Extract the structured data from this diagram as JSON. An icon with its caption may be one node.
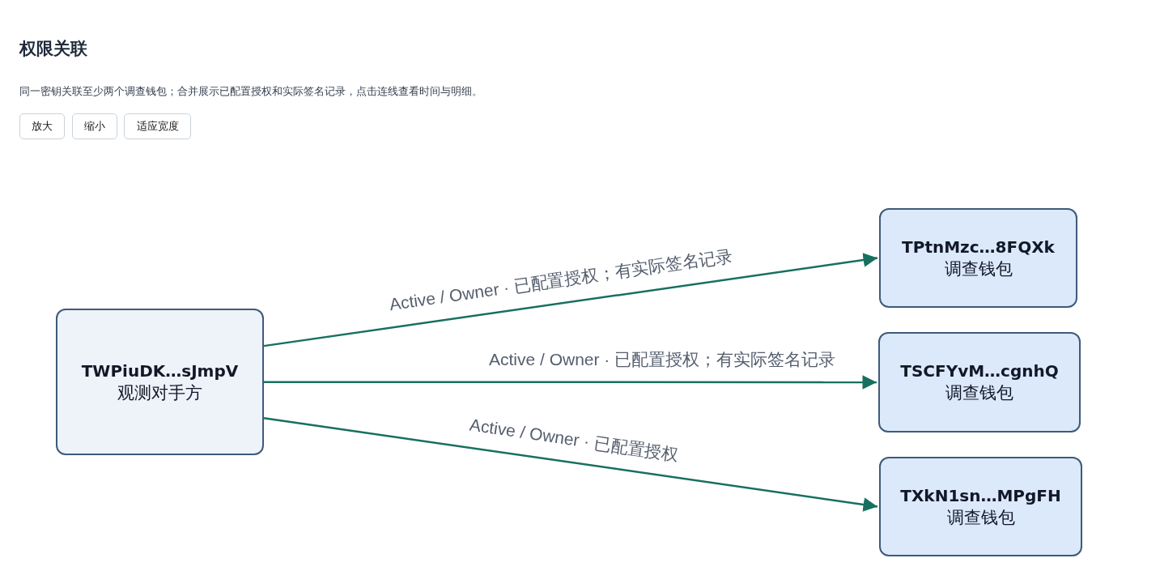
{
  "diagram": {
    "title": "权限关联",
    "nodes": [
      {
        "text": [
          "TWPiuDK…sJmpV",
          "观测对手方"
        ]
      },
      {
        "text": [
          "TPtnMzc…8FQXk",
          "调查钱包"
        ]
      },
      {
        "text": [
          "TSCFYvM…cgnhQ",
          "调查钱包"
        ]
      },
      {
        "text": [
          "TXkN1sn…MPgFH",
          "调查钱包"
        ]
      }
    ],
    "edges": [
      {
        "from": 0,
        "to": 1,
        "arrow": "to",
        "label": "Active / Owner · 已配置授权；有实际签名记录"
      },
      {
        "from": 0,
        "to": 2,
        "arrow": "to",
        "label": "Active / Owner · 已配置授权；有实际签名记录"
      },
      {
        "from": 0,
        "to": 3,
        "arrow": "to",
        "label": "Active / Owner · 已配置授权"
      }
    ],
    "labels": [
      "同一密钥关联至少两个调查钱包；合并展示已配置授权和实际签名记录，点击连线查看时间与明细。",
      "放大",
      "缩小",
      "适应宽度"
    ]
  }
}
